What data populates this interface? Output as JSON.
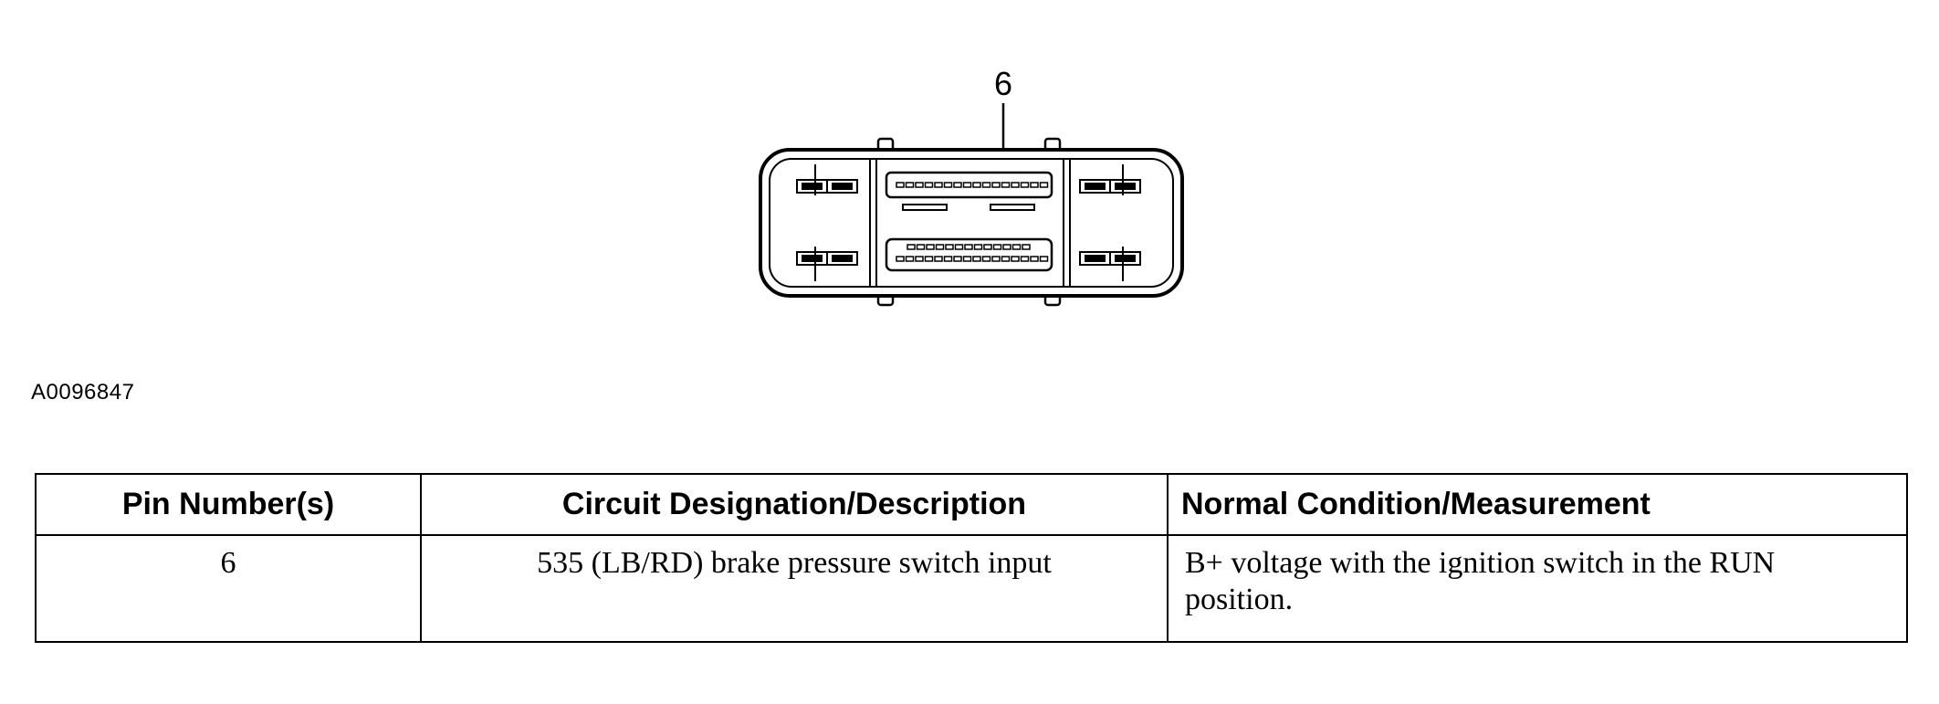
{
  "diagram": {
    "callout_label": "6",
    "figure_id": "A0096847"
  },
  "table": {
    "headers": {
      "pin": "Pin Number(s)",
      "description": "Circuit Designation/Description",
      "measurement": "Normal Condition/Measurement"
    },
    "rows": [
      {
        "pin": "6",
        "description": "535 (LB/RD) brake pressure switch input",
        "measurement": "B+ voltage with the ignition switch in the RUN position."
      }
    ]
  }
}
